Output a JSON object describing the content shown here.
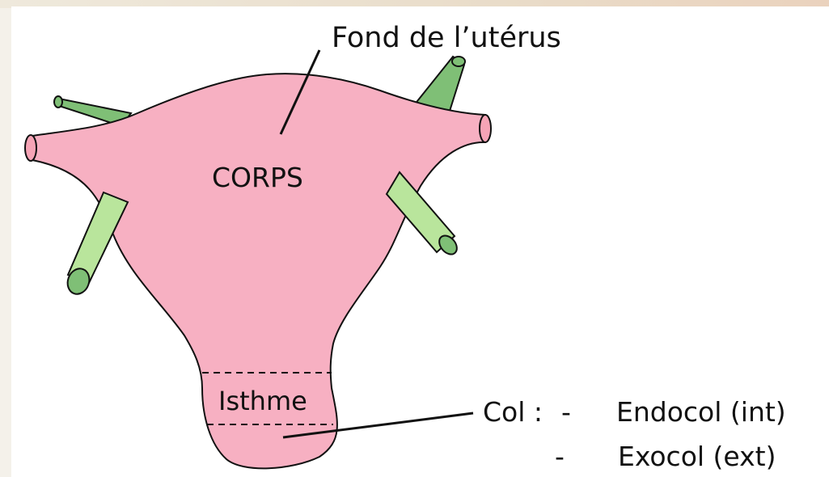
{
  "labels": {
    "fundus": "Fond de l’utérus",
    "body": "CORPS",
    "isthmus": "Isthme",
    "cervix": "Col :",
    "dash1": "-",
    "dash2": "-",
    "endocol": "Endocol (int)",
    "exocol": "Exocol (ext)"
  },
  "colors": {
    "uterus": "#f7b0c2",
    "tube_end": "#f6a4b6",
    "ligament_dark": "#7fbf76",
    "ligament_light": "#b9e59c",
    "outline": "#111111",
    "background": "#f4f1ea"
  }
}
